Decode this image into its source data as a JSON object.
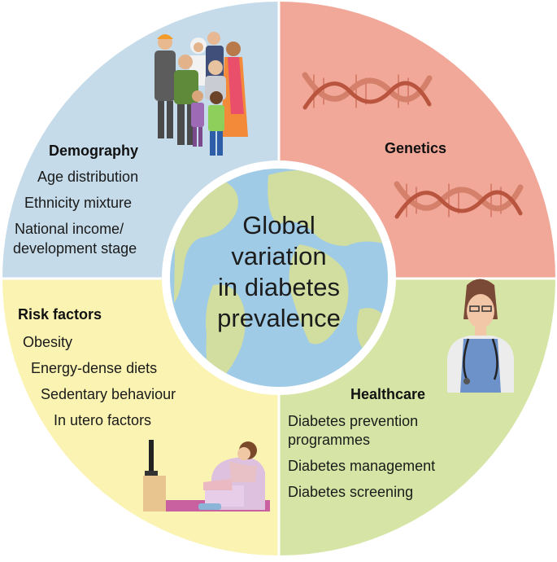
{
  "center": {
    "lines": [
      "Global",
      "variation",
      "in diabetes",
      "prevalence"
    ]
  },
  "demography": {
    "title": "Demography",
    "items": [
      "Age distribution",
      "Ethnicity mixture",
      "National income/",
      "development stage"
    ]
  },
  "genetics": {
    "title": "Genetics"
  },
  "risk_factors": {
    "title": "Risk factors",
    "items": [
      "Obesity",
      "Energy-dense diets",
      "Sedentary behaviour",
      "In utero factors"
    ]
  },
  "healthcare": {
    "title": "Healthcare",
    "items": [
      "Diabetes prevention",
      "programmes",
      "Diabetes management",
      "Diabetes screening"
    ]
  },
  "colors": {
    "demography": "#c5dbe9",
    "genetics": "#f2a898",
    "risk_factors": "#fbf3b2",
    "healthcare": "#d6e5a6",
    "ocean": "#9fcbe6",
    "land": "#d2dda0"
  },
  "icons": {
    "demography": "family-group-icon",
    "genetics": "dna-helix-icon",
    "risk_factors": "tv-armchair-person-icon",
    "healthcare": "doctor-stethoscope-icon",
    "center": "globe-icon"
  }
}
